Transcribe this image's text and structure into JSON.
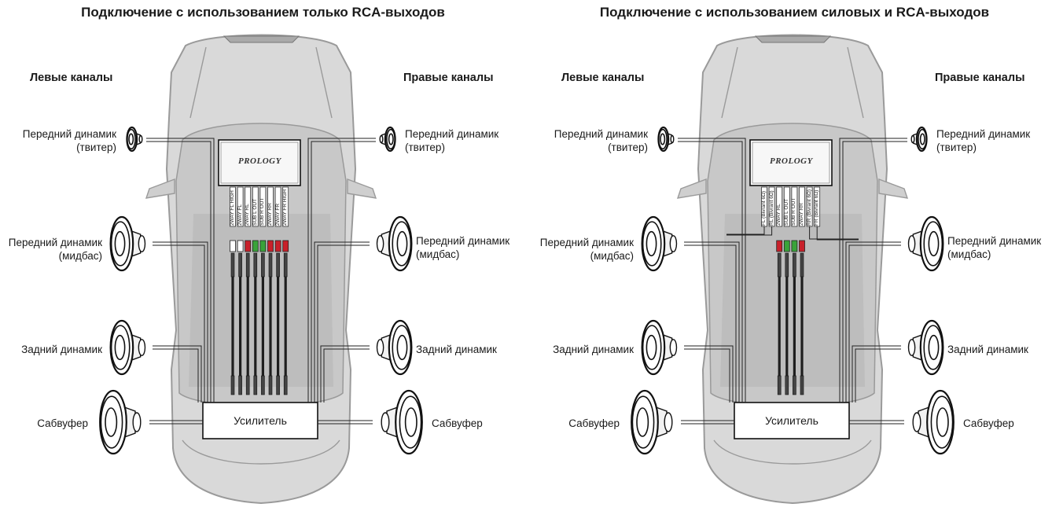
{
  "diagrams": [
    {
      "title": "Подключение с использованием только RCA-выходов",
      "left_header": "Левые каналы",
      "right_header": "Правые каналы",
      "left_labels": {
        "tweeter": "Передний динамик\n(твитер)",
        "midbass": "Передний динамик\n(мидбас)",
        "rear": "Задний динамик",
        "sub": "Сабвуфер"
      },
      "right_labels": {
        "tweeter": "Передний динамик\n(твитер)",
        "midbass": "Передний динамик\n(мидбас)",
        "rear": "Задний динамик",
        "sub": "Сабвуфер"
      },
      "head_unit_brand": "PROLOGY",
      "amplifier": "Усилитель",
      "rca_outputs": [
        "2WAY FL HIGH",
        "2WAY FL",
        "2WAY RL",
        "SUB L OUT",
        "SUB R OUT",
        "2WAY RR",
        "2WAY FR",
        "2WAY FR HIGH"
      ]
    },
    {
      "title": "Подключение с использованием силовых и RCA-выходов",
      "left_header": "Левые каналы",
      "right_header": "Правые каналы",
      "left_labels": {
        "tweeter": "Передний динамик\n(твитер)",
        "midbass": "Передний динамик\n(мидбас)",
        "rear": "Задний динамик",
        "sub": "Сабвуфер"
      },
      "right_labels": {
        "tweeter": "Передний динамик\n(твитер)",
        "midbass": "Передний динамик\n(мидбас)",
        "rear": "Задний динамик",
        "sub": "Сабвуфер"
      },
      "head_unit_brand": "PROLOGY",
      "amplifier": "Усилитель",
      "rca_outputs": [
        "FL (Bivrant 6Ω)",
        "RL (Bivrant 6Ω)",
        "2WAY RL",
        "SUB L OUT",
        "SUB R OUT",
        "2WAY RR",
        "RR (Bivrant 6Ω)",
        "FR (Bivrant 6Ω)"
      ]
    }
  ],
  "colors": {
    "car_body": "#d9d9d9",
    "car_outline": "#9a9a9a",
    "rca_red": "#c8202a",
    "rca_green": "#3aa33a",
    "rca_white": "#ffffff",
    "cable": "#1e1e1e"
  }
}
